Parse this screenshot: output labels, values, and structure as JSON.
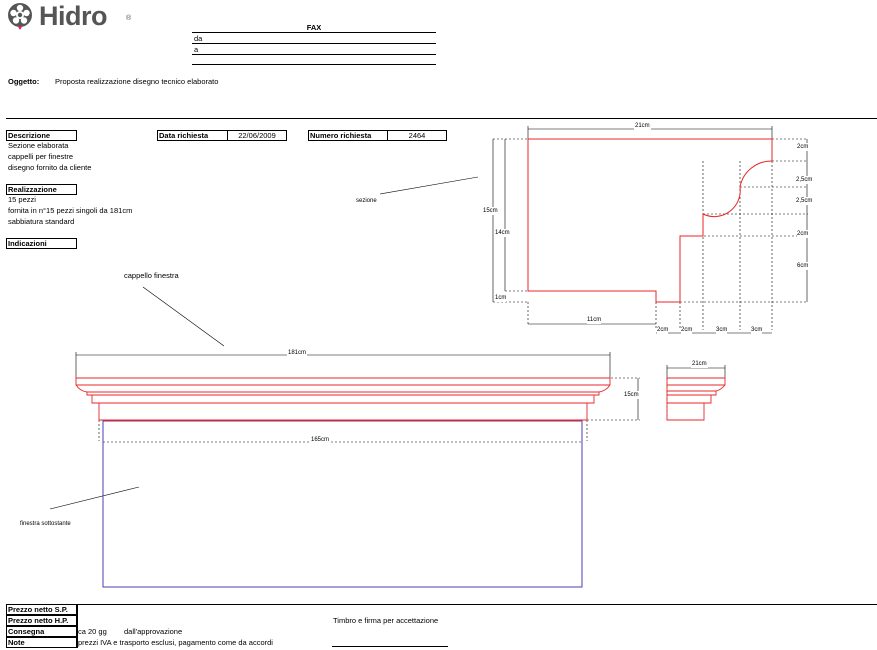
{
  "logo": {
    "text": "Hidro",
    "icon": "flower-icon",
    "registered": "®"
  },
  "fax": {
    "title": "FAX",
    "from_label": "da",
    "to_label": "a"
  },
  "subject": {
    "label": "Oggetto:",
    "value": "Proposta realizzazione disegno tecnico elaborato"
  },
  "descrizione": {
    "label": "Descrizione",
    "lines": [
      "Sezione elaborata",
      "cappelli per finestre",
      "disegno fornito da cliente"
    ]
  },
  "data_richiesta": {
    "label": "Data richiesta",
    "value": "22/06/2009"
  },
  "numero_richiesta": {
    "label": "Numero richiesta",
    "value": "2464"
  },
  "realizzazione": {
    "label": "Realizzazione",
    "lines": [
      "15 pezzi",
      "fornita in n°15 pezzi singoli da 181cm",
      "sabbiatura standard"
    ]
  },
  "indicazioni": {
    "label": "Indicazioni"
  },
  "drawing": {
    "section_label": "sezione",
    "cap_label": "cappello finestra",
    "window_label": "finestra sottostante",
    "section_dims": {
      "width": "21cm",
      "height": "15cm",
      "inner_height": "14cm",
      "base": "1cm",
      "bottom": [
        "11cm",
        "2cm",
        "2cm",
        "3cm",
        "3cm"
      ],
      "right": [
        "2cm",
        "2,5cm",
        "2,5cm",
        "2cm",
        "6cm"
      ]
    },
    "front_dims": {
      "length": "181cm",
      "height": "15cm",
      "window_width": "165cm",
      "side_width": "21cm"
    }
  },
  "footer": {
    "rows": [
      {
        "label": "Prezzo netto S.P.",
        "value": ""
      },
      {
        "label": "Prezzo netto H.P.",
        "value": ""
      },
      {
        "label": "Consegna",
        "value": "ca 20 gg",
        "extra": "dall'approvazione"
      },
      {
        "label": "Note",
        "value": "prezzi IVA e trasporto esclusi, pagamento come da accordi"
      }
    ],
    "stamp": "Timbro e firma per accettazione"
  },
  "colors": {
    "profile": "#e8262a",
    "window": "#4a3fb5",
    "logo_accent": "#d6246e",
    "logo_gray": "#555555"
  }
}
